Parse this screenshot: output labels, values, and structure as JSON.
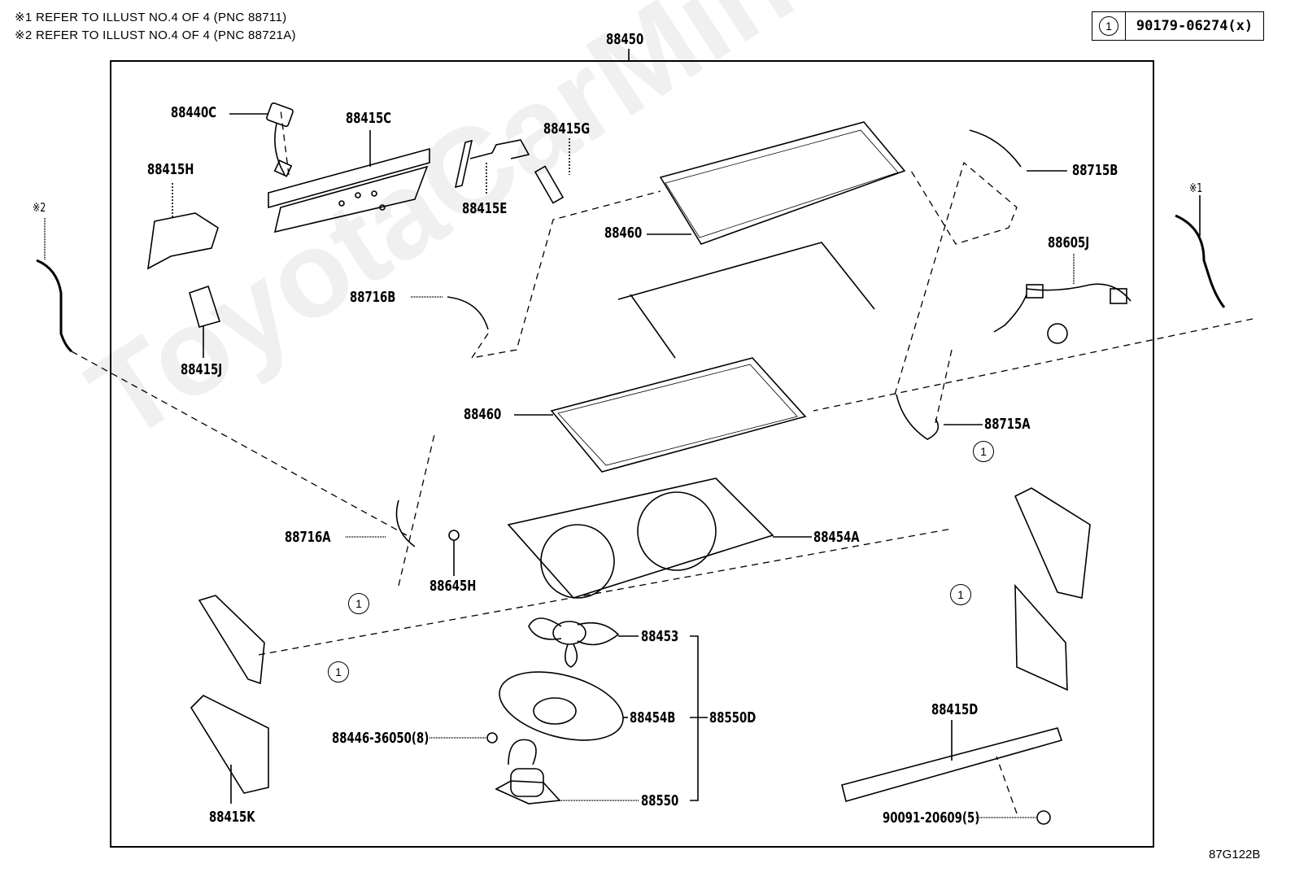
{
  "notes": [
    {
      "mark": "※1",
      "text": "REFER TO ILLUST NO.4 OF 4 (PNC 88711)"
    },
    {
      "mark": "※2",
      "text": "REFER TO ILLUST NO.4 OF 4 (PNC 88721A)"
    }
  ],
  "legend": {
    "callout": "1",
    "part_number": "90179-06274(x)"
  },
  "assembly_label": "88450",
  "watermark": "ToyotaCarMine.ru",
  "figure_id": "87G122B",
  "ref_marks": {
    "left": "※2",
    "right": "※1"
  },
  "callout_number": "1",
  "parts": {
    "p88440C": "88440C",
    "p88415C": "88415C",
    "p88415G": "88415G",
    "p88415H": "88415H",
    "p88415E": "88415E",
    "p88415J": "88415J",
    "p88460_top": "88460",
    "p88716B": "88716B",
    "p88715B": "88715B",
    "p88605J": "88605J",
    "p88460_mid": "88460",
    "p88715A": "88715A",
    "p88716A": "88716A",
    "p88645H": "88645H",
    "p88454A": "88454A",
    "p88453": "88453",
    "p88454B": "88454B",
    "p88550D": "88550D",
    "p88446": "88446-36050(8)",
    "p88550": "88550",
    "p88415K": "88415K",
    "p88415D": "88415D",
    "p90091": "90091-20609(5)"
  }
}
